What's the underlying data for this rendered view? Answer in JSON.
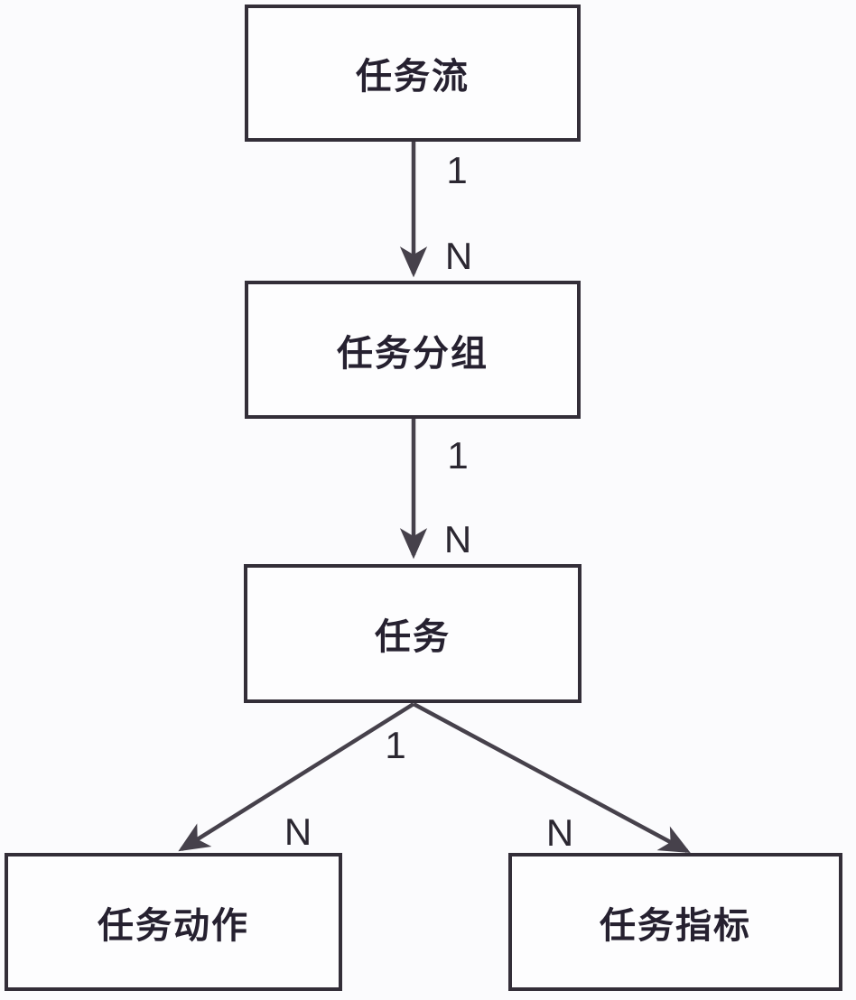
{
  "diagram": {
    "type": "entity-relationship-flow",
    "nodes": {
      "task_flow": {
        "label": "任务流"
      },
      "task_group": {
        "label": "任务分组"
      },
      "task": {
        "label": "任务"
      },
      "task_action": {
        "label": "任务动作"
      },
      "task_metric": {
        "label": "任务指标"
      }
    },
    "relations": {
      "flow_to_group": {
        "source_card": "1",
        "target_card": "N"
      },
      "group_to_task": {
        "source_card": "1",
        "target_card": "N"
      },
      "task_branch": {
        "source_card": "1"
      },
      "task_to_action": {
        "target_card": "N"
      },
      "task_to_metric": {
        "target_card": "N"
      }
    }
  },
  "colors": {
    "background": "#fbfbfd",
    "box_fill": "#fdfdfe",
    "box_border": "#332e38",
    "text": "#262130",
    "arrow": "#46414b",
    "card_text": "#2b2731"
  }
}
